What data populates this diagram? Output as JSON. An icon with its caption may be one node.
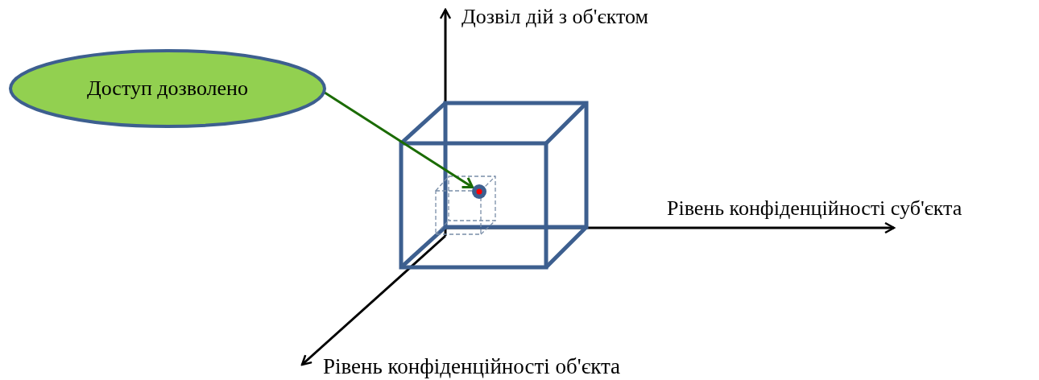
{
  "diagram": {
    "nodes": [
      {
        "text": [
          "Доступ дозволено"
        ]
      },
      {
        "text": [],
        "shape": "circle"
      }
    ],
    "edges": [
      {
        "from": 0,
        "to": 1,
        "arrow": "to",
        "color": "#1a6b00"
      }
    ],
    "labels": [
      "Дозвіл дій з об'єктом",
      "Рівень конфіденційності суб'єкта",
      "Рівень конфіденційності об'єкта"
    ]
  }
}
